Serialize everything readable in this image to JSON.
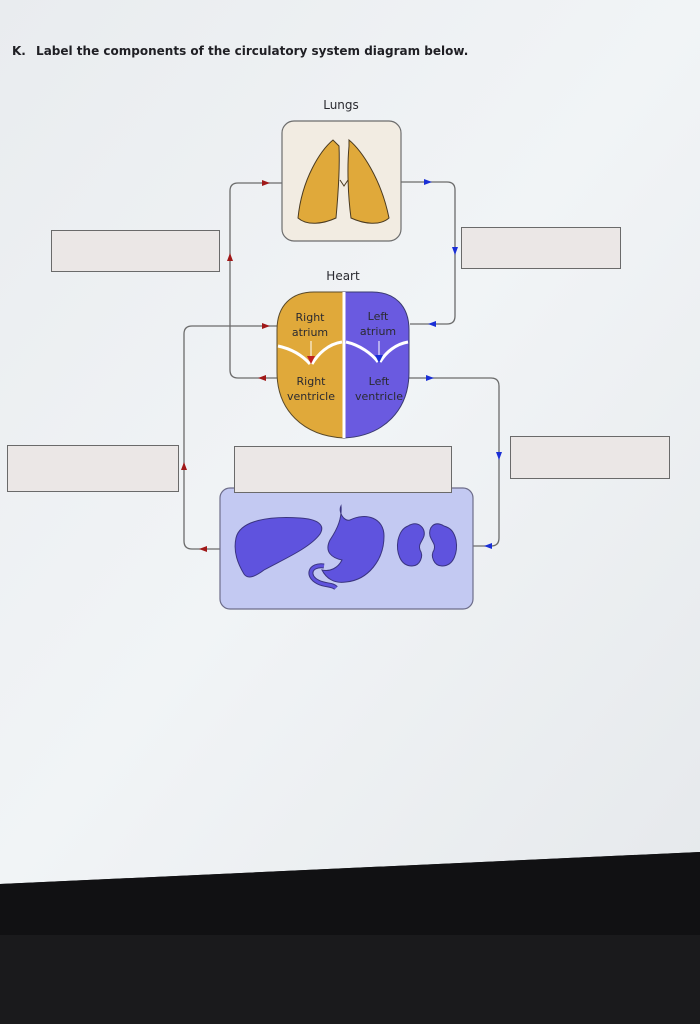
{
  "question": {
    "number": "K.",
    "text": "Label the components of the circulatory system diagram below."
  },
  "labels": {
    "lungs": "Lungs",
    "heart": "Heart",
    "right_atrium": [
      "Right",
      "atrium"
    ],
    "left_atrium": [
      "Left",
      "atrium"
    ],
    "right_ventricle": [
      "Right",
      "ventricle"
    ],
    "left_ventricle": [
      "Left",
      "ventricle"
    ]
  },
  "colors": {
    "deoxygenated": "#e0a93a",
    "oxygenated": "#6a5ae0",
    "artery_arrow": "#1a2fd6",
    "vein_arrow": "#a01818",
    "organ_panel": "#c3c9f2",
    "answer_box": "#ebe7e6"
  },
  "answer_boxes": [
    "",
    "",
    "",
    "",
    ""
  ]
}
